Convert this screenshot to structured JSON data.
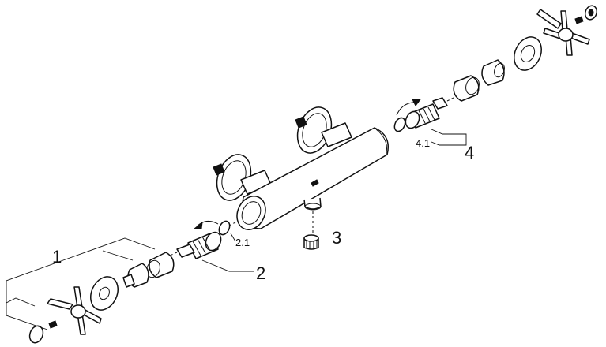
{
  "callouts": {
    "c1": "1",
    "c2": "2",
    "c2_1": "2.1",
    "c3": "3",
    "c4": "4",
    "c4_1": "4.1"
  }
}
